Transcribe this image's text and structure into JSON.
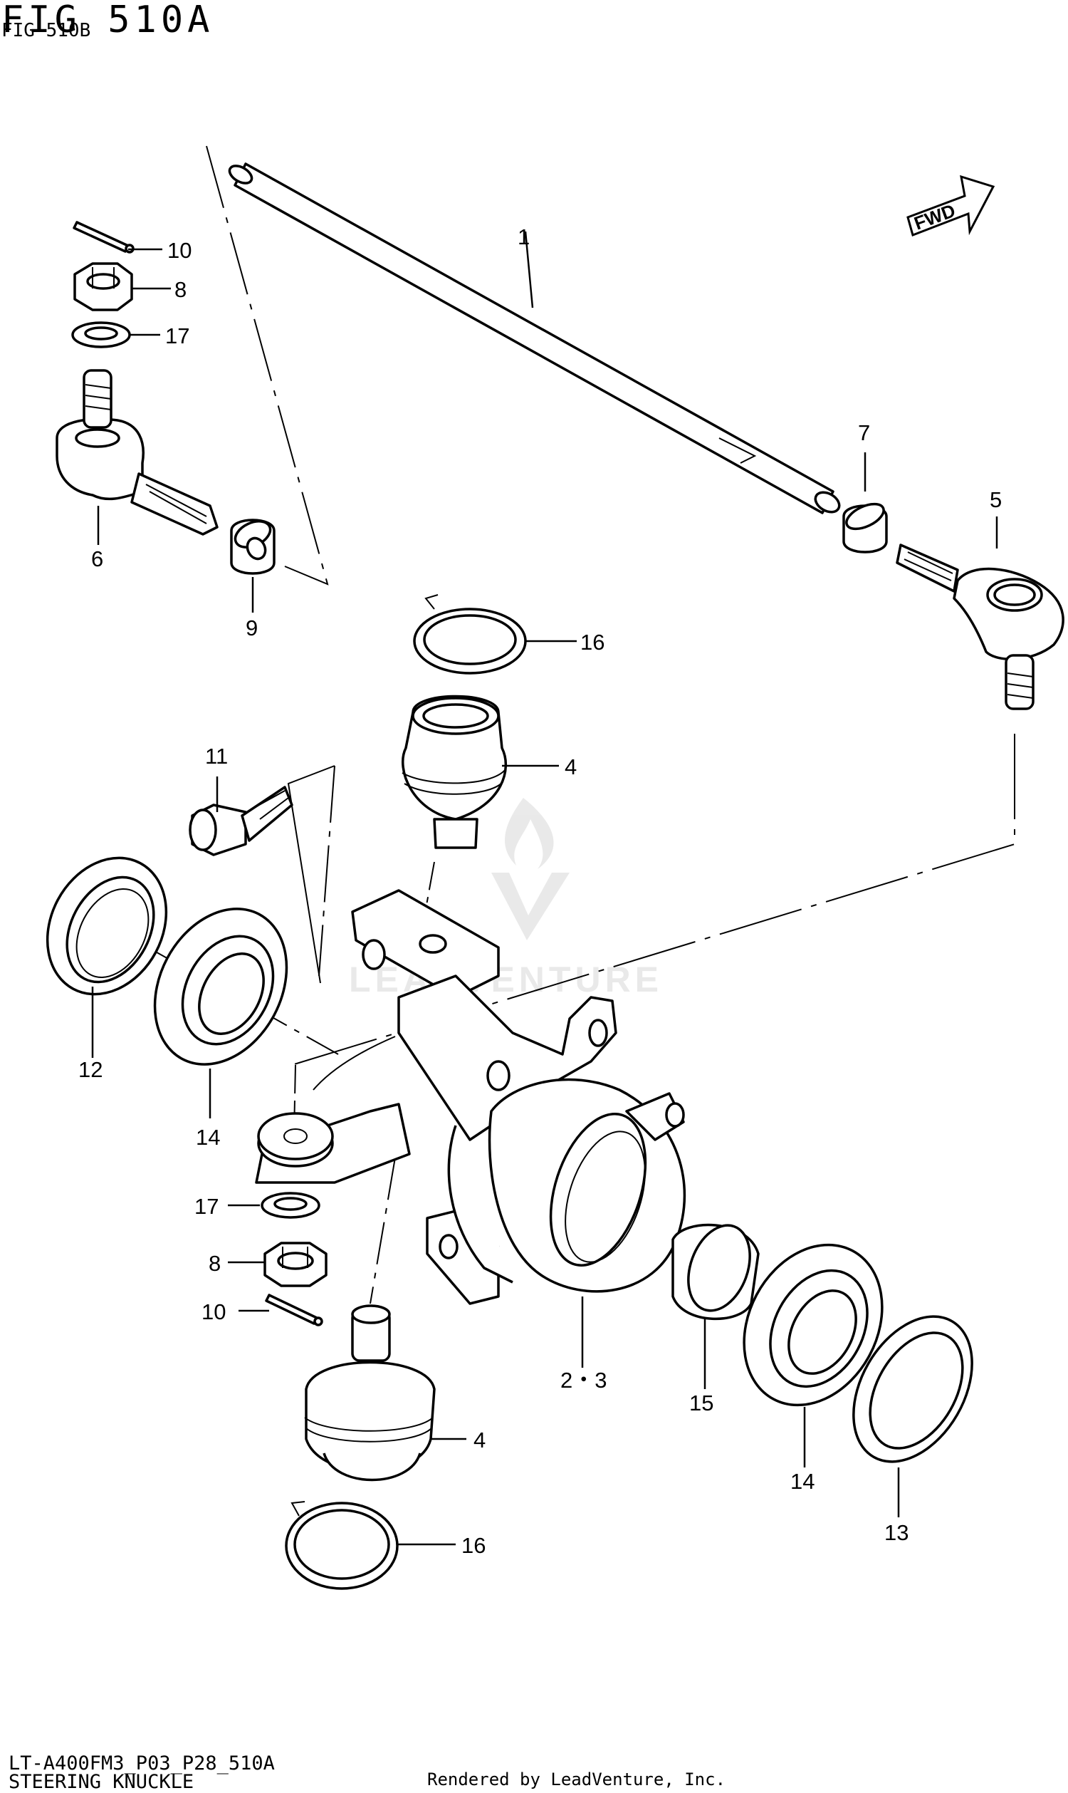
{
  "figure": {
    "title": "FIG 510A",
    "subtitle": "FIG 510B"
  },
  "direction_badge": {
    "label": "FWD",
    "icon": "forward-arrow-icon"
  },
  "callouts": [
    {
      "id": "c1",
      "label": "1"
    },
    {
      "id": "c10a",
      "label": "10"
    },
    {
      "id": "c8a",
      "label": "8"
    },
    {
      "id": "c17a",
      "label": "17"
    },
    {
      "id": "c6",
      "label": "6"
    },
    {
      "id": "c9",
      "label": "9"
    },
    {
      "id": "c7",
      "label": "7"
    },
    {
      "id": "c5",
      "label": "5"
    },
    {
      "id": "c16a",
      "label": "16"
    },
    {
      "id": "c11",
      "label": "11"
    },
    {
      "id": "c4a",
      "label": "4"
    },
    {
      "id": "c12",
      "label": "12"
    },
    {
      "id": "c14a",
      "label": "14"
    },
    {
      "id": "c17b",
      "label": "17"
    },
    {
      "id": "c8b",
      "label": "8"
    },
    {
      "id": "c10b",
      "label": "10"
    },
    {
      "id": "c23",
      "label": "2・3"
    },
    {
      "id": "c15",
      "label": "15"
    },
    {
      "id": "c14b",
      "label": "14"
    },
    {
      "id": "c13",
      "label": "13"
    },
    {
      "id": "c4b",
      "label": "4"
    },
    {
      "id": "c16b",
      "label": "16"
    }
  ],
  "watermark": {
    "text": "LEADVENTURE",
    "icon": "leadventure-flame-logo"
  },
  "footer": {
    "code": "LT-A400FM3_P03_P28_510A",
    "name": "STEERING KNUCKLE",
    "credit": "Rendered by LeadVenture, Inc."
  }
}
